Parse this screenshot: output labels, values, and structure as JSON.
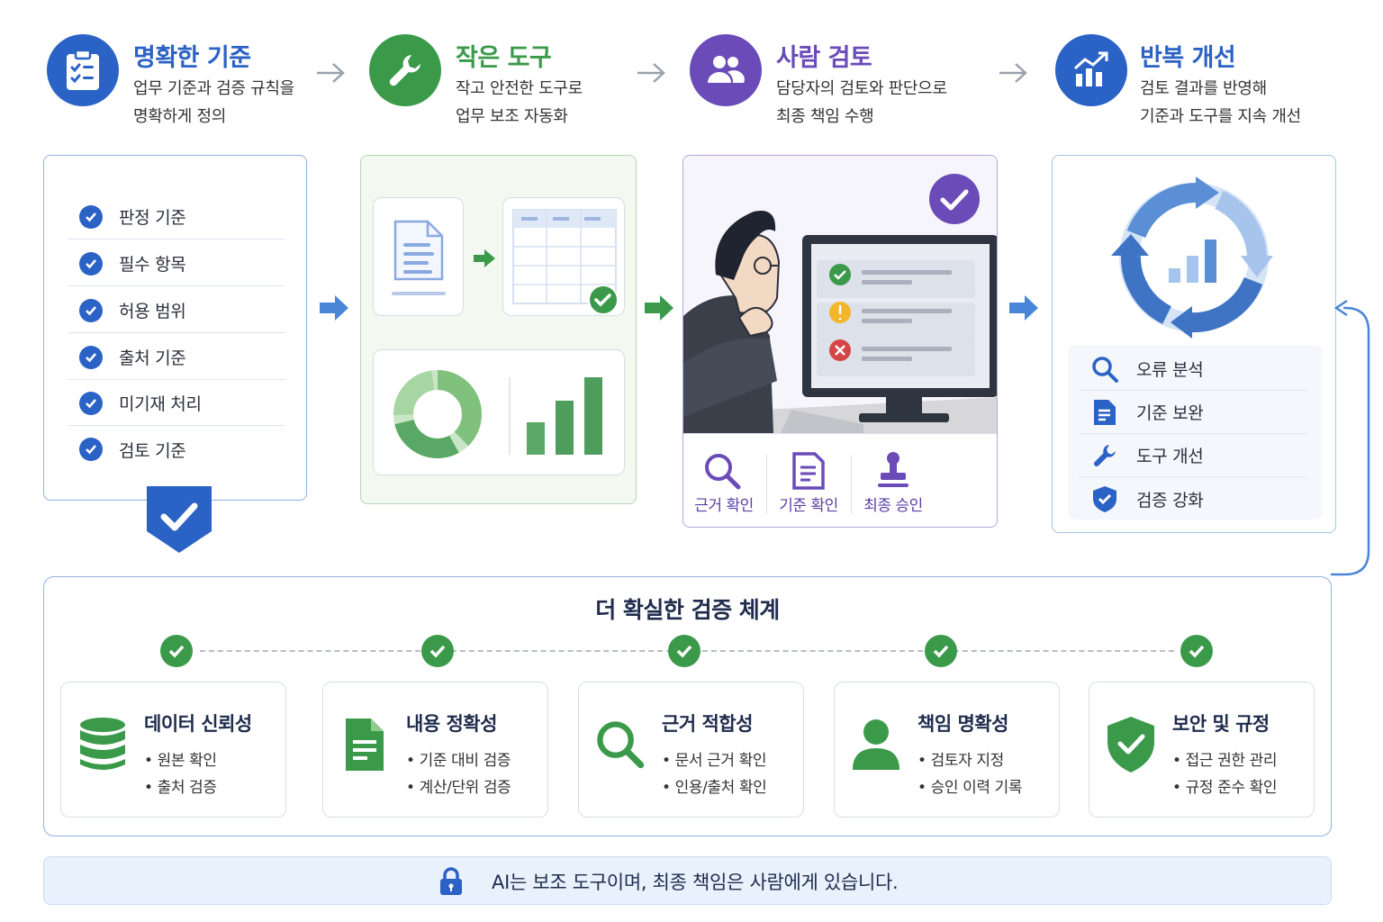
{
  "steps": [
    {
      "title": "명확한 기준",
      "line1": "업무 기준과 검증 규칙을",
      "line2": "명확하게 정의",
      "icon": "clipboard-check-icon",
      "color": "#2b62c6"
    },
    {
      "title": "작은 도구",
      "line1": "작고 안전한 도구로",
      "line2": "업무 보조 자동화",
      "icon": "wrench-icon",
      "color": "#3b9a4a"
    },
    {
      "title": "사람 검토",
      "line1": "담당자의 검토와 판단으로",
      "line2": "최종 책임 수행",
      "icon": "users-icon",
      "color": "#6a4bb8"
    },
    {
      "title": "반복 개선",
      "line1": "검토 결과를 반영해",
      "line2": "기준과 도구를 지속 개선",
      "icon": "chart-up-icon",
      "color": "#2b62c6"
    }
  ],
  "criteria": [
    "판정 기준",
    "필수 항목",
    "허용 범위",
    "출처 기준",
    "미기재 처리",
    "검토 기준"
  ],
  "review_actions": [
    "근거 확인",
    "기준 확인",
    "최종 승인"
  ],
  "improvements": [
    {
      "label": "오류 분석",
      "icon": "search-icon"
    },
    {
      "label": "기준 보완",
      "icon": "document-icon"
    },
    {
      "label": "도구 개선",
      "icon": "wrench-icon"
    },
    {
      "label": "검증 강화",
      "icon": "shield-check-icon"
    }
  ],
  "verification": {
    "title": "더 확실한 검증 체계",
    "cards": [
      {
        "title": "데이터 신뢰성",
        "b1": "• 원본 확인",
        "b2": "• 출처 검증",
        "icon": "database-icon"
      },
      {
        "title": "내용 정확성",
        "b1": "• 기준 대비 검증",
        "b2": "• 계산/단위 검증",
        "icon": "document-icon"
      },
      {
        "title": "근거 적합성",
        "b1": "• 문서 근거 확인",
        "b2": "• 인용/출처 확인",
        "icon": "search-icon"
      },
      {
        "title": "책임 명확성",
        "b1": "• 검토자 지정",
        "b2": "• 승인 이력 기록",
        "icon": "person-icon"
      },
      {
        "title": "보안 및 규정",
        "b1": "• 접근 권한 관리",
        "b2": "• 규정 준수 확인",
        "icon": "shield-check-icon"
      }
    ]
  },
  "note": "AI는 보조 도구이며, 최종 책임은 사람에게 있습니다.",
  "colors": {
    "blue": "#2b62c6",
    "green": "#3b9a4a",
    "purple": "#6a4bb8",
    "navy": "#1f2c4d"
  }
}
